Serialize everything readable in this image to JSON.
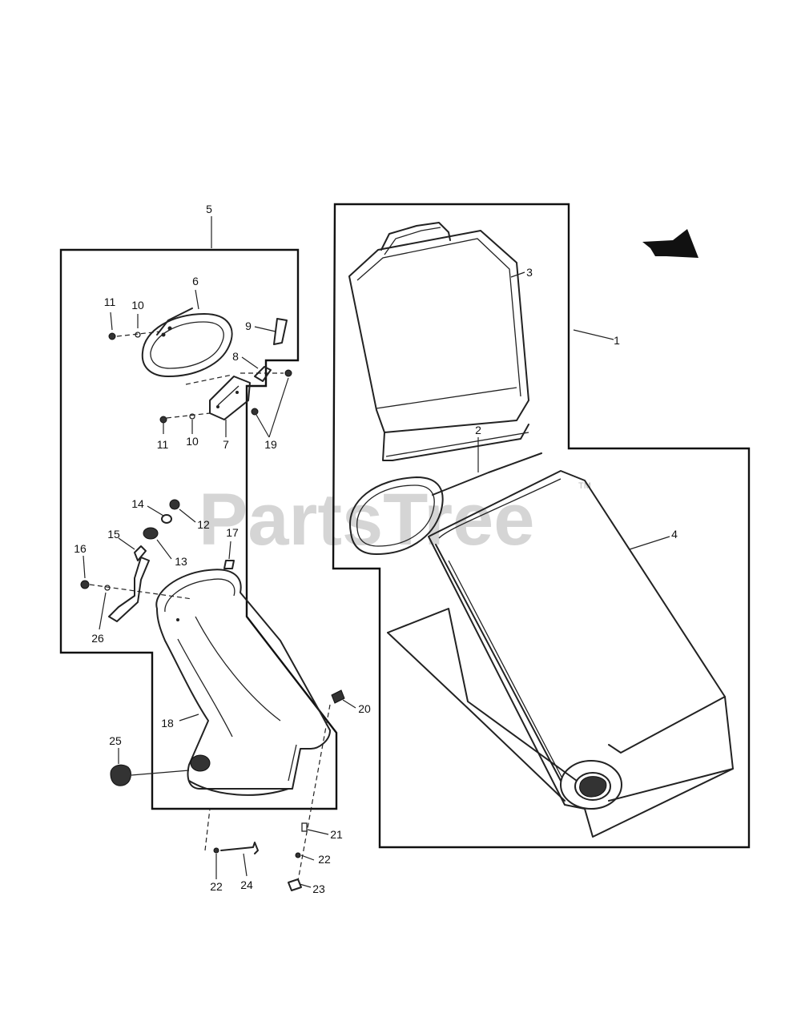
{
  "watermark": {
    "text": "PartsTree",
    "trademark": "TM"
  },
  "callouts": [
    "1",
    "2",
    "3",
    "4",
    "5",
    "6",
    "7",
    "8",
    "9",
    "10",
    "10",
    "11",
    "11",
    "12",
    "13",
    "14",
    "15",
    "16",
    "17",
    "18",
    "19",
    "20",
    "21",
    "22",
    "22",
    "23",
    "24",
    "25",
    "26"
  ],
  "colors": {
    "line": "#222222",
    "watermark": "#c8c8c8",
    "background": "#ffffff"
  },
  "icons": {
    "direction": "arrow-icon"
  }
}
